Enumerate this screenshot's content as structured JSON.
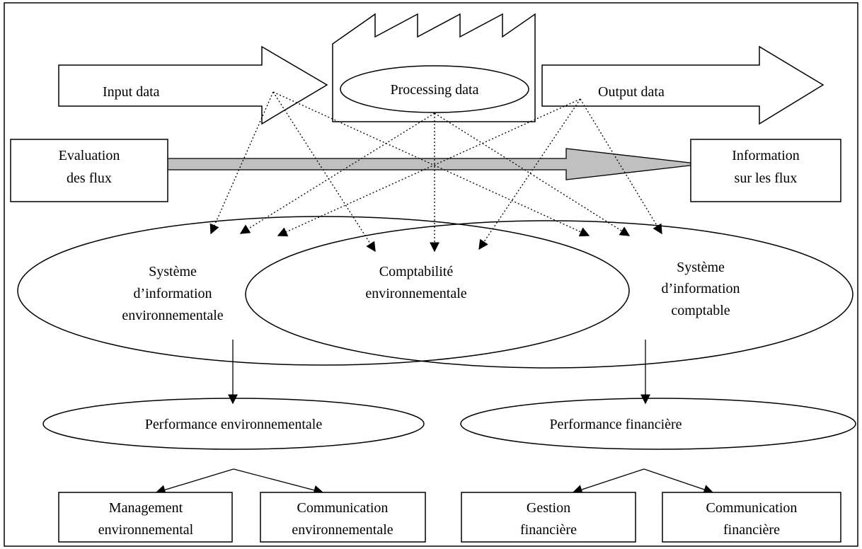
{
  "labels": {
    "input": "Input data",
    "processing": "Processing data",
    "output": "Output data",
    "evaluation_line1": "Evaluation",
    "evaluation_line2": "des flux",
    "information_line1": "Information",
    "information_line2": "sur les flux",
    "sie_line1": "Système",
    "sie_line2": "d’information",
    "sie_line3": "environnementale",
    "compta_line1": "Comptabilité",
    "compta_line2": "environnementale",
    "sic_line1": "Système",
    "sic_line2": "d’information",
    "sic_line3": "comptable",
    "perf_env": "Performance environnementale",
    "perf_fin": "Performance financière",
    "mgmt_line1": "Management",
    "mgmt_line2": "environnemental",
    "comm_env_line1": "Communication",
    "comm_env_line2": "environnementale",
    "gestion_line1": "Gestion",
    "gestion_line2": "financière",
    "comm_fin_line1": "Communication",
    "comm_fin_line2": "financière"
  },
  "colors": {
    "stroke": "#000000",
    "flow_arrow_fill": "#c0c0c0",
    "background": "#ffffff"
  }
}
